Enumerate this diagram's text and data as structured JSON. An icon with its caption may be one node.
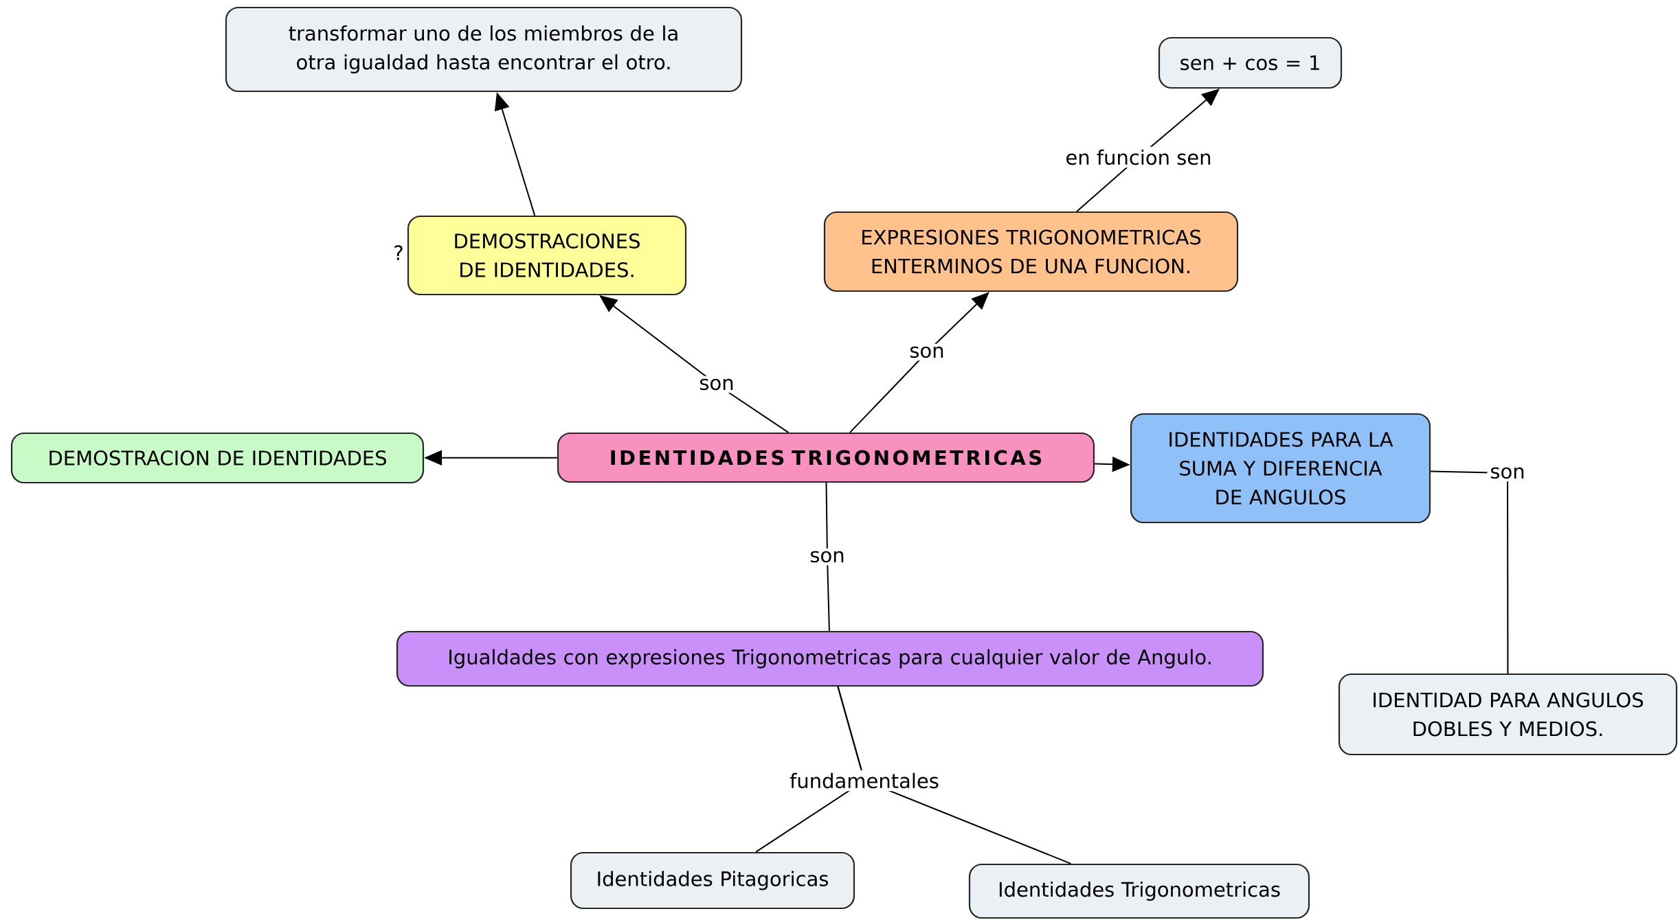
{
  "diagram": {
    "nodes": [
      {
        "text": [
          "transformar uno de los miembros de la otra igualdad hasta encontrar el otro."
        ]
      },
      {
        "text": [
          "sen + cos = 1"
        ]
      },
      {
        "text": [
          "DEMOSTRACIONES DE IDENTIDADES."
        ]
      },
      {
        "text": [
          "EXPRESIONES TRIGONOMETRICAS ENTERMINOS DE UNA FUNCION."
        ]
      },
      {
        "text": [
          "DEMOSTRACION DE IDENTIDADES"
        ]
      },
      {
        "text": [
          "IDENTIDADES TRIGONOMETRICAS"
        ]
      },
      {
        "text": [
          "IDENTIDADES PARA LA SUMA Y DIFERENCIA DE ANGULOS"
        ]
      },
      {
        "text": [
          "Igualdades con expresiones Trigonometricas para cualquier valor de Angulo."
        ]
      },
      {
        "text": [
          "IDENTIDAD PARA ANGULOS DOBLES Y MEDIOS."
        ]
      },
      {
        "text": [
          "Identidades Pitagoricas"
        ]
      },
      {
        "text": [
          "Identidades Trigonometricas"
        ]
      }
    ],
    "edges": [
      {
        "from": 5,
        "to": 2,
        "arrow": "to",
        "label": "son"
      },
      {
        "from": 5,
        "to": 3,
        "arrow": "to",
        "label": "son"
      },
      {
        "from": 5,
        "to": 4,
        "arrow": "to"
      },
      {
        "from": 5,
        "to": 6,
        "arrow": "to"
      },
      {
        "from": 5,
        "to": 7,
        "arrow": "none",
        "label": "son"
      },
      {
        "from": 2,
        "to": 0,
        "arrow": "to"
      },
      {
        "from": 3,
        "to": 1,
        "arrow": "to",
        "label": "en funcion sen"
      },
      {
        "from": 6,
        "to": 8,
        "arrow": "none",
        "label": "son"
      },
      {
        "from": 7,
        "to": 9,
        "arrow": "none",
        "label": "fundamentales"
      },
      {
        "from": 7,
        "to": 10,
        "arrow": "none"
      }
    ],
    "labels": [
      "?"
    ]
  }
}
